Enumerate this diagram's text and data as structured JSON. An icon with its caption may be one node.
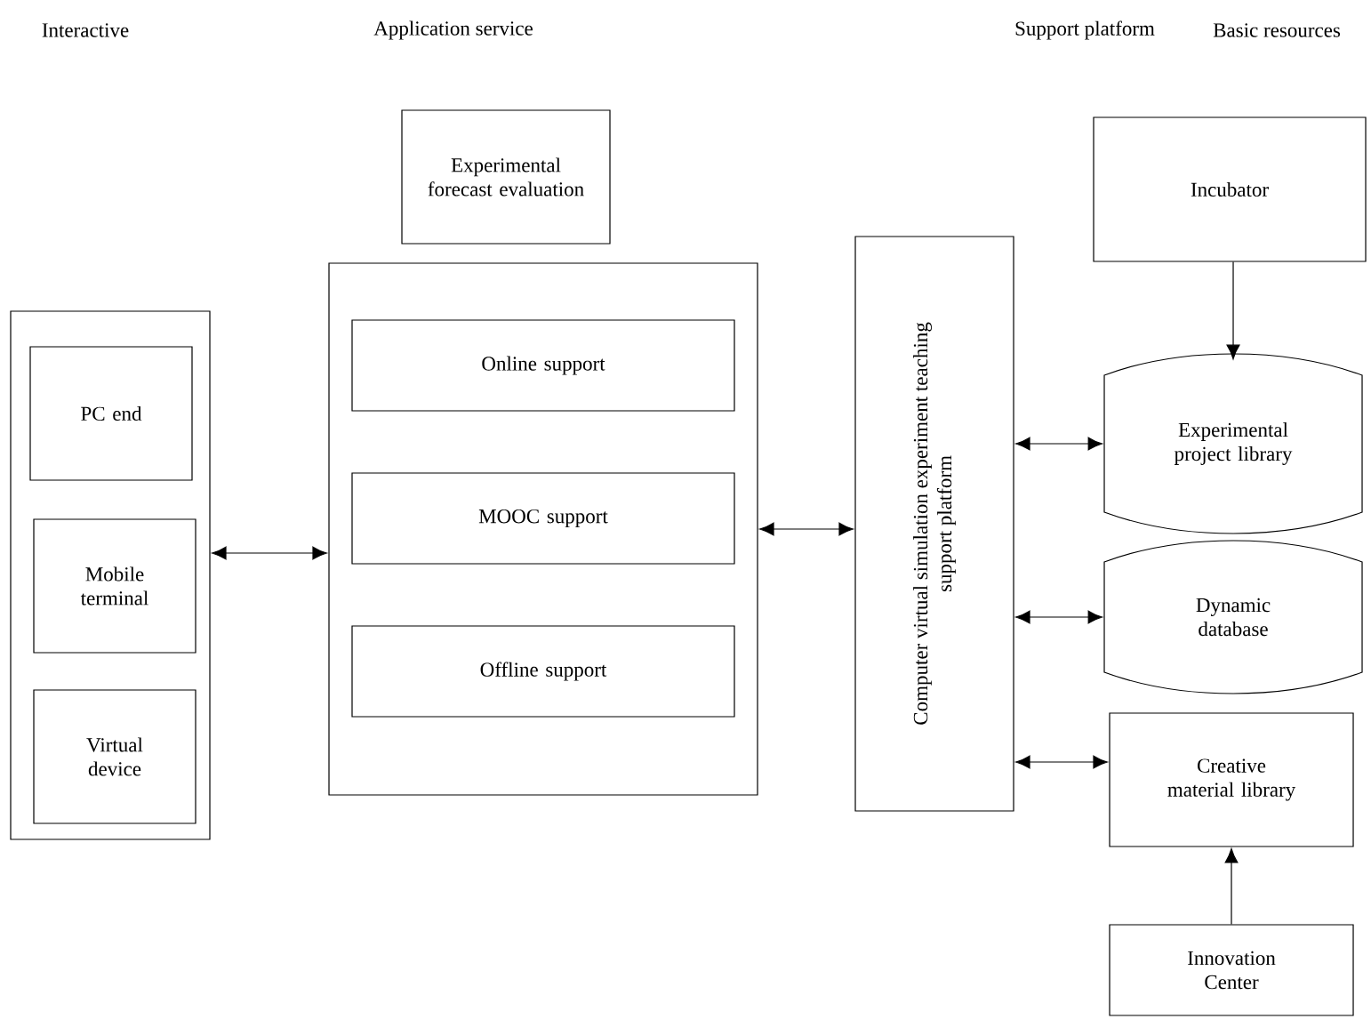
{
  "diagram": {
    "nodes": [
      {
        "text": [],
        "shape": "box"
      },
      {
        "text": [
          "PC end"
        ],
        "in": 0
      },
      {
        "text": [
          "Mobile terminal"
        ],
        "in": 0
      },
      {
        "text": [
          "Virtual device"
        ],
        "in": 0
      },
      {
        "text": [
          "Experimental forecast evaluation"
        ]
      },
      {
        "text": [],
        "shape": "box"
      },
      {
        "text": [
          "Online support"
        ],
        "in": 5
      },
      {
        "text": [
          "MOOC support"
        ],
        "in": 5
      },
      {
        "text": [
          "Offline support"
        ],
        "in": 5
      },
      {
        "text": [
          "Computer virtual simulation experiment teaching support platform"
        ]
      },
      {
        "text": [
          "Incubator"
        ]
      },
      {
        "text": [
          "Experimental project library"
        ]
      },
      {
        "text": [
          "Dynamic database"
        ]
      },
      {
        "text": [
          "Creative material library"
        ]
      },
      {
        "text": [
          "Innovation Center"
        ]
      }
    ],
    "edges": [
      {
        "from": 0,
        "to": 5,
        "arrow": "both"
      },
      {
        "from": 5,
        "to": 9,
        "arrow": "both"
      },
      {
        "from": 9,
        "to": 11,
        "arrow": "both"
      },
      {
        "from": 9,
        "to": 12,
        "arrow": "both"
      },
      {
        "from": 9,
        "to": 13,
        "arrow": "both"
      },
      {
        "from": 10,
        "to": 11,
        "arrow": "to"
      },
      {
        "from": 14,
        "to": 13,
        "arrow": "to"
      }
    ],
    "labels": [
      "Interactive",
      "Application service",
      "Support platform",
      "Basic resources"
    ]
  }
}
